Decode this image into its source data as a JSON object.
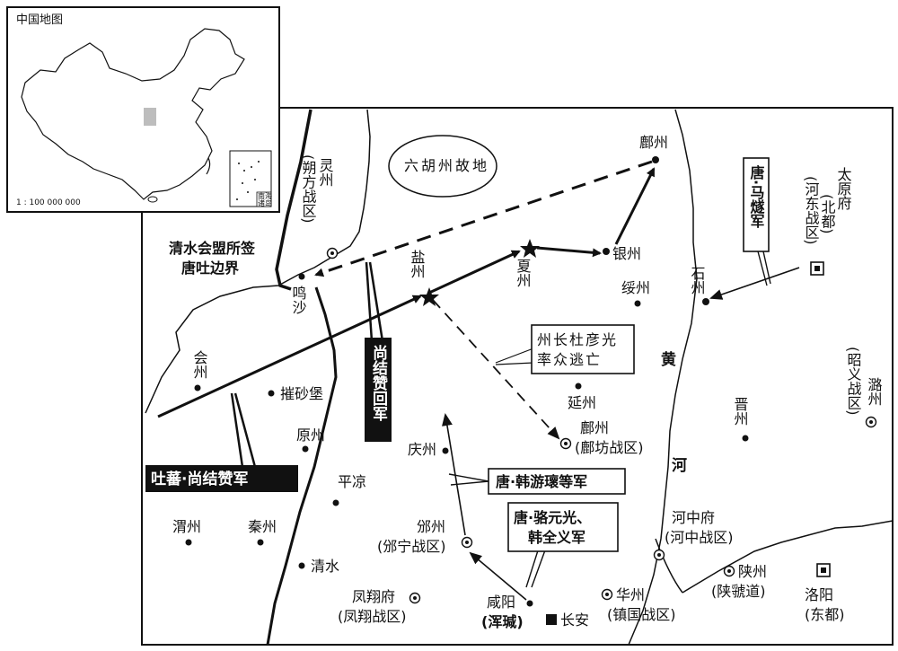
{
  "inset": {
    "title": "中国地图",
    "scale": "1 : 100 000 000",
    "south_sea": [
      "南海",
      "诸岛"
    ]
  },
  "region": {
    "title": "六胡州故地"
  },
  "places": {
    "lingzhou": [
      "灵州",
      "(朔方战区)"
    ],
    "mingsha": "鸣沙",
    "yanzhou": "盐州",
    "xiazhou": "夏州",
    "yinzhou": "银州",
    "fuzhou_n": "鄜州",
    "suizhou": "绥州",
    "shizhou": "石州",
    "taiyuan": [
      "太原府",
      "(北都)",
      "(河东战区)"
    ],
    "huizhou": "会州",
    "cuishabao": "摧砂堡",
    "yuanzhou": "原州",
    "yanzhou2": "延州",
    "fuzhou_s": [
      "鄜州",
      "(鄜坊战区)"
    ],
    "luzhou": [
      "潞州",
      "(昭义战区)"
    ],
    "jinzhou": "晋州",
    "qingzhou": "庆州",
    "pingliang": "平凉",
    "weizhou": "渭州",
    "qinzhou": "秦州",
    "qingshui": "清水",
    "binzhou": [
      "邠州",
      "(邠宁战区)"
    ],
    "fengxiang": [
      "凤翔府",
      "(凤翔战区)"
    ],
    "xianyang": [
      "咸阳",
      "(浑瑊)"
    ],
    "changan": "长安",
    "huazhou": [
      "华州",
      "(镇国战区)"
    ],
    "hezhong": [
      "河中府",
      "(河中战区)"
    ],
    "shanzhou": [
      "陕州",
      "(陕虢道)"
    ],
    "luoyang": [
      "洛阳",
      "(东都)"
    ]
  },
  "river": [
    "黄",
    "河"
  ],
  "labels": {
    "treaty": [
      "清水会盟所签",
      "唐吐边界"
    ],
    "du_yanguang": [
      "州长杜彦光",
      "率众逃亡"
    ]
  },
  "armies": {
    "tibet": "吐蕃·尚结赞军",
    "shang_return": "尚结赞回军",
    "ma_sui": "唐·马燧军",
    "han_youhuai": "唐·韩游瓌等军",
    "luo_yuanguang": [
      "唐·骆元光、",
      "韩全义军"
    ]
  }
}
